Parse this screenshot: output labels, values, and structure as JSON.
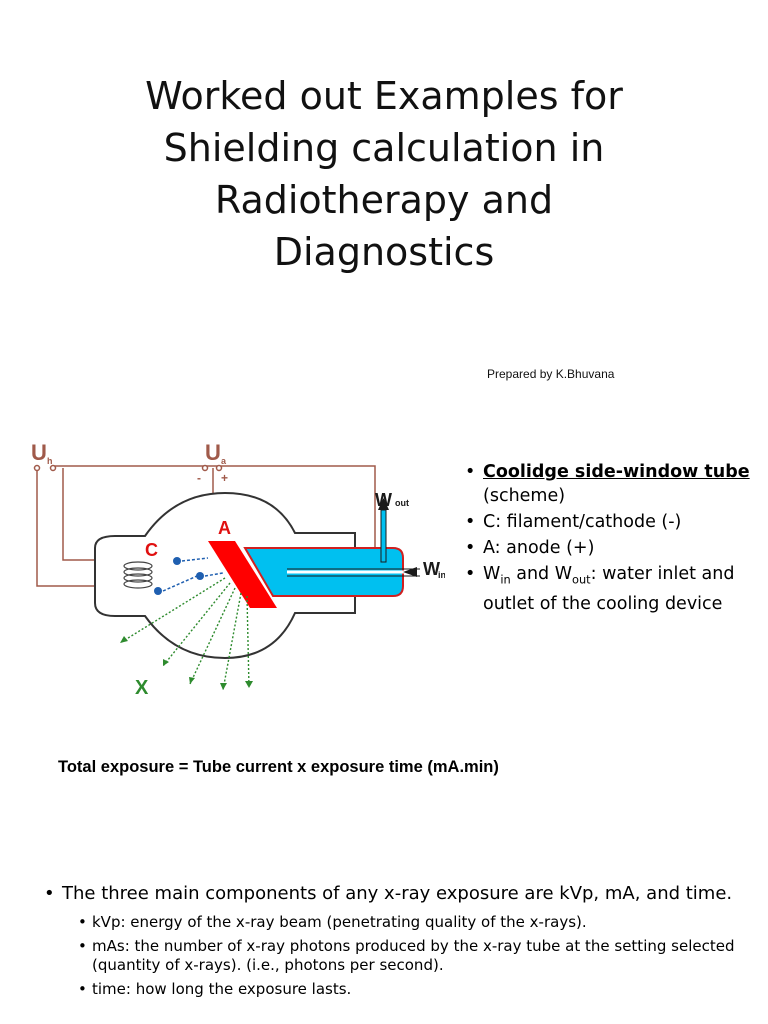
{
  "title_lines": [
    "Worked out Examples for",
    "Shielding calculation in",
    "Radiotherapy and",
    "Diagnostics"
  ],
  "prepared_by": "Prepared by K.Bhuvana",
  "diagram": {
    "label_uh": "U",
    "label_uh_sub": "h",
    "label_ua": "U",
    "label_ua_sub": "a",
    "label_minus": "-",
    "label_plus": "+",
    "label_c": "C",
    "label_a": "A",
    "label_x": "X",
    "label_wout": "W",
    "label_wout_sub": "out",
    "label_win": "W",
    "label_win_sub": "in",
    "colors": {
      "anode": "#ff0000",
      "cooling": "#00c0f0",
      "electrons": "#1f5fb0",
      "xrays": "#2e8b2e",
      "wires": "#a05a4a"
    }
  },
  "bullets": {
    "b1_bold": "Coolidge side-window tube",
    "b1_rest": "(scheme)",
    "b2": "C: filament/cathode (-)",
    "b3": "A: anode (+)",
    "b4_w1": "W",
    "b4_sub1": "in",
    "b4_mid": " and W",
    "b4_sub2": "out",
    "b4_rest": ": water inlet and outlet of the cooling device"
  },
  "formula": "Total exposure = Tube current x exposure time (mA.min)",
  "components": {
    "main": "The three main components of any x-ray exposure are kVp, mA, and time.",
    "items": [
      "kVp: energy  of the x-ray beam (penetrating quality of the x-rays).",
      " mAs: the number of x-ray photons produced by the x-ray tube at the setting selected (quantity of x-rays). (i.e., photons per second).",
      "time: how long the exposure lasts."
    ]
  }
}
